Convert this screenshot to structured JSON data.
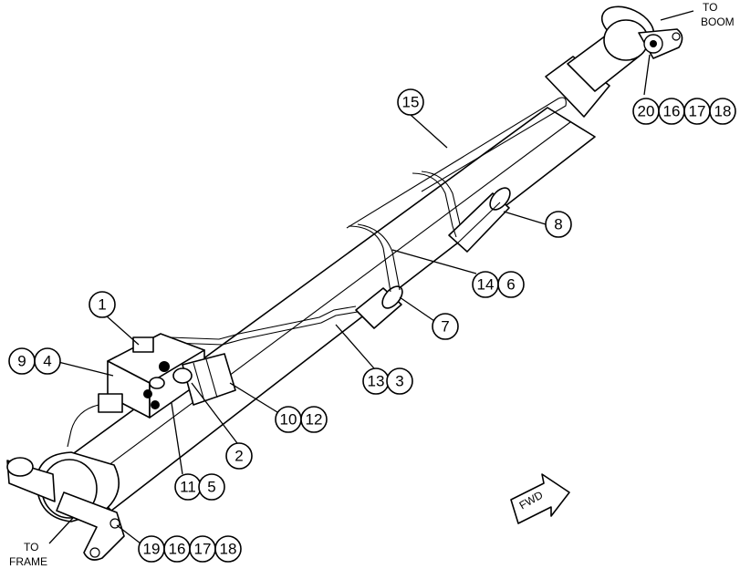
{
  "labels": {
    "to_boom_line1": "TO",
    "to_boom_line2": "BOOM",
    "to_frame_line1": "TO",
    "to_frame_line2": "FRAME",
    "fwd": "FWD"
  },
  "callouts": {
    "c1": "1",
    "c2": "2",
    "c3": "3",
    "c4": "4",
    "c5": "5",
    "c6": "6",
    "c7": "7",
    "c8": "8",
    "c9": "9",
    "c10": "10",
    "c11": "11",
    "c12": "12",
    "c13": "13",
    "c14": "14",
    "c15": "15",
    "top_a": "20",
    "top_b": "16",
    "top_c": "17",
    "top_d": "18",
    "bot_a": "19",
    "bot_b": "16",
    "bot_c": "17",
    "bot_d": "18"
  }
}
